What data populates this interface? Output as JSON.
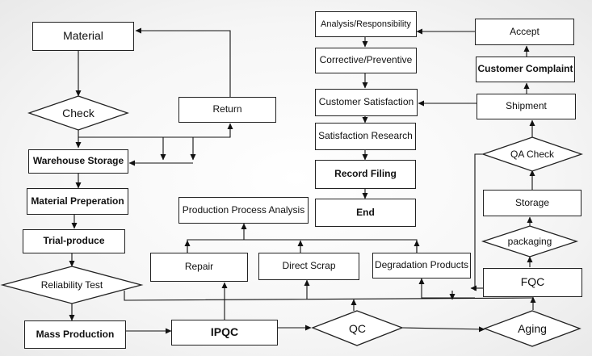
{
  "nodes": {
    "material": "Material",
    "check": "Check",
    "return": "Return",
    "warehouse_storage": "Warehouse Storage",
    "material_preperation": "Material Preperation",
    "trial_produce": "Trial-produce",
    "reliability_test": "Reliability Test",
    "mass_production": "Mass Production",
    "ipqc": "IPQC",
    "qc": "QC",
    "aging": "Aging",
    "fqc": "FQC",
    "packaging": "packaging",
    "storage": "Storage",
    "qa_check": "QA Check",
    "shipment": "Shipment",
    "customer_complaint": "Customer Complaint",
    "accept": "Accept",
    "analysis_responsibility": "Analysis/Responsibility",
    "corrective_preventive": "Corrective/Preventive",
    "customer_satisfaction": "Customer Satisfaction",
    "satisfaction_research": "Satisfaction Research",
    "record_filing": "Record Filing",
    "end": "End",
    "production_process_analysis": "Production Process Analysis",
    "repair": "Repair",
    "direct_scrap": "Direct Scrap",
    "degradation_products": "Degradation Products"
  }
}
